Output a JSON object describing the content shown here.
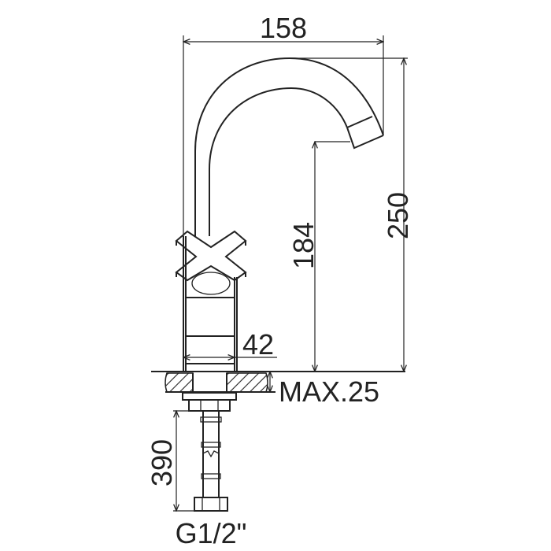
{
  "drawing": {
    "title": "Faucet dimension drawing",
    "dimensions": {
      "spout_reach": "158",
      "total_height": "250",
      "spout_height": "184",
      "body_diameter": "42",
      "max_counter_thickness": "MAX.25",
      "hose_length": "390",
      "connection_thread": "G1/2\""
    },
    "colors": {
      "line": "#222222",
      "background": "#ffffff"
    }
  }
}
